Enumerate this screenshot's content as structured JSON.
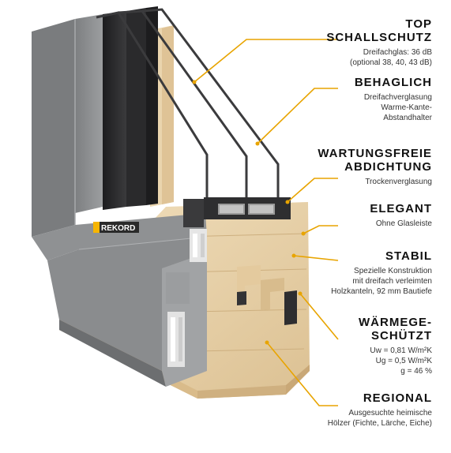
{
  "brand": {
    "logo_text": "REKORD",
    "accent_color": "#f7b500"
  },
  "colors": {
    "aluminium": "#8c8e90",
    "aluminium_dark": "#6f7173",
    "aluminium_light": "#a3a5a7",
    "wood": "#e9d3ad",
    "wood_dark": "#d8bd8f",
    "glass": "#2c2c2e",
    "leader_line": "#e8a400"
  },
  "features": [
    {
      "title_lines": [
        "TOP",
        "SCHALLSCHUTZ"
      ],
      "desc_lines": [
        "Dreifachglas: 36 dB",
        "(optional 38, 40, 43 dB)"
      ]
    },
    {
      "title_lines": [
        "BEHAGLICH"
      ],
      "desc_lines": [
        "Dreifachverglasung",
        "Warme-Kante-",
        "Abstandhalter"
      ]
    },
    {
      "title_lines": [
        "WARTUNGSFREIE",
        "ABDICHTUNG"
      ],
      "desc_lines": [
        "Trockenverglasung"
      ]
    },
    {
      "title_lines": [
        "ELEGANT"
      ],
      "desc_lines": [
        "Ohne Glasleiste"
      ]
    },
    {
      "title_lines": [
        "STABIL"
      ],
      "desc_lines": [
        "Spezielle Konstruktion",
        "mit dreifach verleimten",
        "Holzkanteln, 92 mm Bautiefe"
      ]
    },
    {
      "title_lines": [
        "WÄRMEGE-",
        "SCHÜTZT"
      ],
      "desc_lines": [
        "Uw = 0,81 W/m²K",
        "Ug = 0,5 W/m²K",
        "g = 46 %"
      ]
    },
    {
      "title_lines": [
        "REGIONAL"
      ],
      "desc_lines": [
        "Ausgesuchte heimische",
        "Hölzer (Fichte, Lärche, Eiche)"
      ]
    }
  ]
}
